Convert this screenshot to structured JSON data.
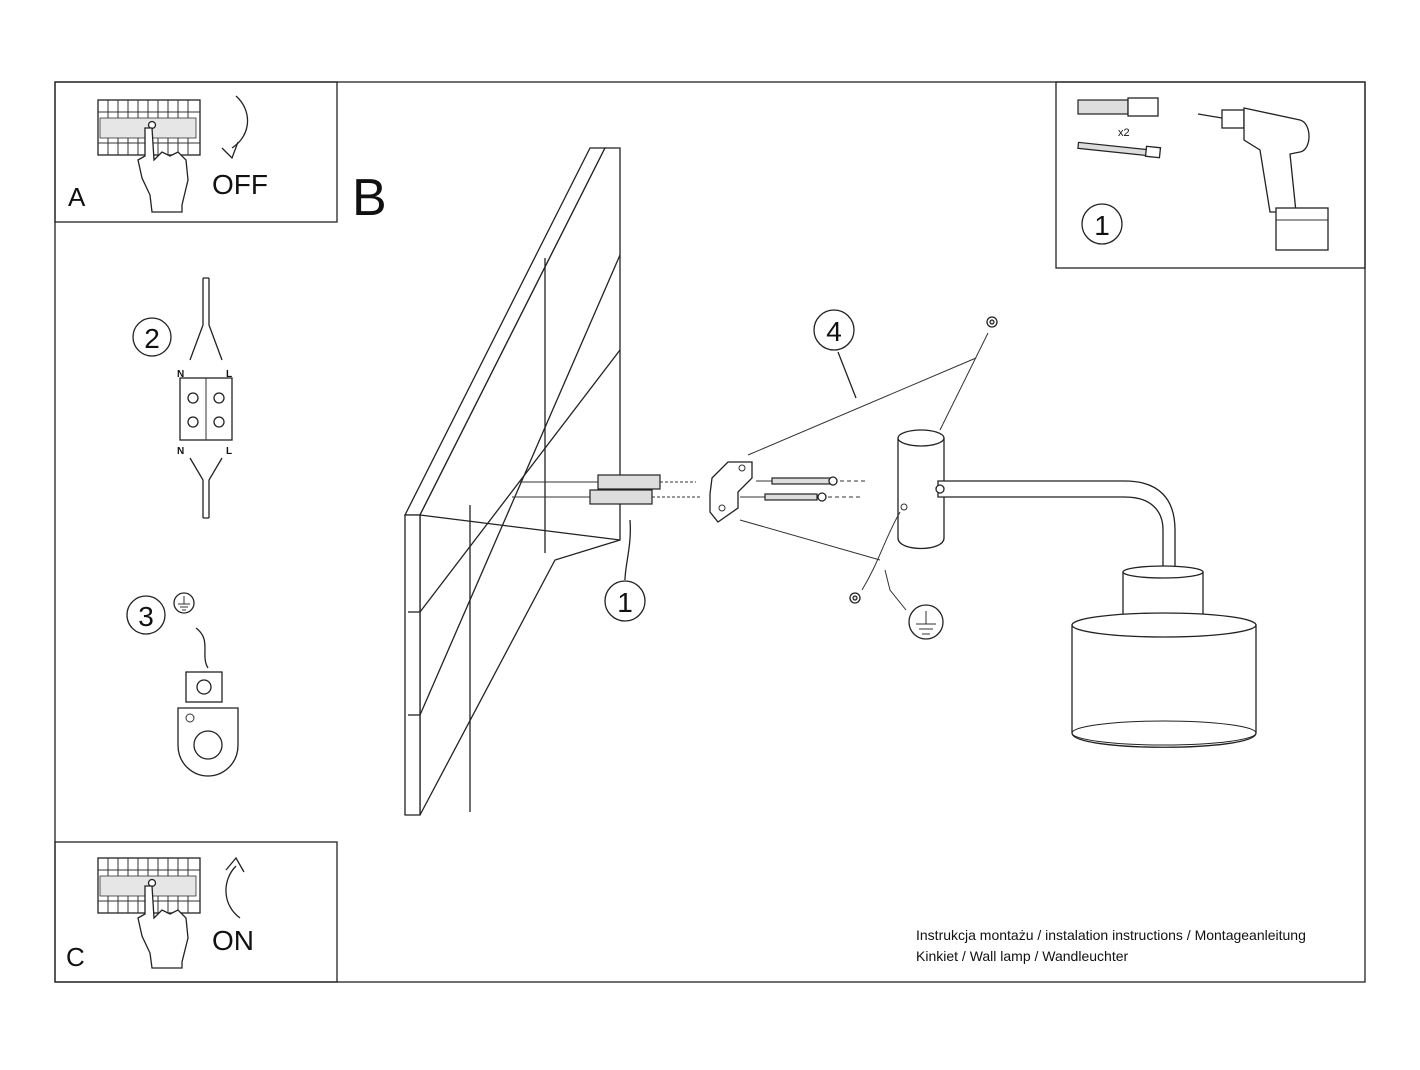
{
  "panels": {
    "a": {
      "letter": "A",
      "action": "OFF"
    },
    "b": {
      "letter": "B"
    },
    "c": {
      "letter": "C",
      "action": "ON"
    }
  },
  "steps": {
    "wiring": {
      "number": "2",
      "neutral": "N",
      "live": "L"
    },
    "earth": {
      "number": "3"
    },
    "drill_tools": {
      "number": "1",
      "quantity": "x2"
    },
    "wall_fixing": {
      "number": "1"
    },
    "mounting": {
      "number": "4"
    }
  },
  "caption": {
    "line1": "Instrukcja montażu / instalation instructions / Montageanleitung",
    "line2": "Kinkiet / Wall lamp / Wandleuchter"
  }
}
